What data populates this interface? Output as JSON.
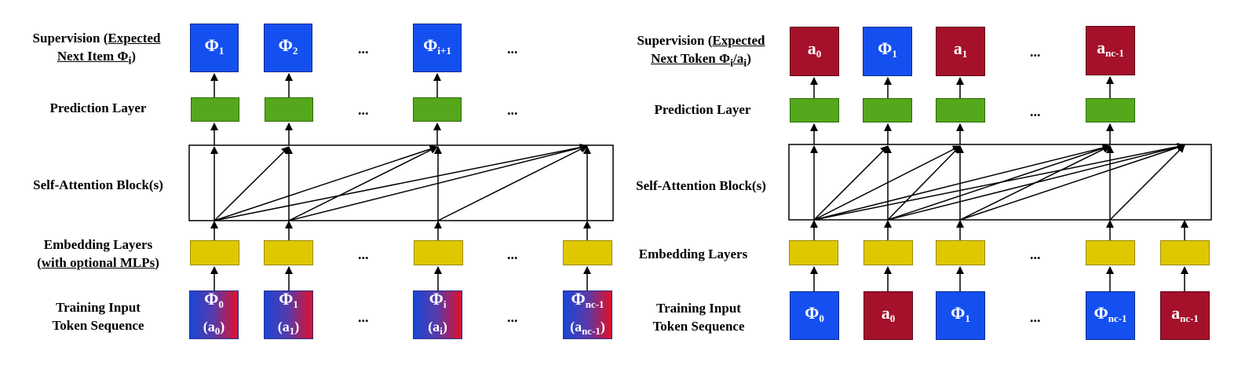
{
  "left": {
    "row_labels": {
      "supervision_prefix": "Supervision (",
      "supervision_underlined": "Expected",
      "supervision_line2": "Next Item Φ",
      "supervision_line2_sub": "i",
      "supervision_suffix": ")",
      "prediction": "Prediction Layer",
      "attention": "Self-Attention Block(s)",
      "embedding_line1": "Embedding Layers",
      "embedding_line2_prefix": "(",
      "embedding_line2_underlined": "with optional MLPs",
      "embedding_line2_suffix": ")",
      "input_line1": "Training Input",
      "input_line2": "Token Sequence"
    },
    "supervision": [
      {
        "main": "Φ",
        "sub": "1"
      },
      {
        "main": "Φ",
        "sub": "2"
      },
      {
        "main": "Φ",
        "sub": "i+1"
      }
    ],
    "inputs": [
      {
        "main": "Φ",
        "sub": "0",
        "alt": "(a",
        "alt_sub": "0",
        "alt_end": ")"
      },
      {
        "main": "Φ",
        "sub": "1",
        "alt": "(a",
        "alt_sub": "1",
        "alt_end": ")"
      },
      {
        "main": "Φ",
        "sub": "i",
        "alt": "(a",
        "alt_sub": "i",
        "alt_end": ")"
      },
      {
        "main": "Φ",
        "sub": "nc-1",
        "alt": "(a",
        "alt_sub": "nc-1",
        "alt_end": ")"
      }
    ],
    "ellipsis": "..."
  },
  "right": {
    "row_labels": {
      "supervision_prefix": "Supervision (",
      "supervision_underlined": "Expected",
      "supervision_line2": "Next Token Φ",
      "supervision_line2_sub": "i",
      "supervision_line2_mid": "/a",
      "supervision_line2_sub2": "i",
      "supervision_suffix": ")",
      "prediction": "Prediction Layer",
      "attention": "Self-Attention Block(s)",
      "embedding": "Embedding Layers",
      "input_line1": "Training Input",
      "input_line2": "Token Sequence"
    },
    "supervision": [
      {
        "main": "a",
        "sub": "0",
        "color": "red"
      },
      {
        "main": "Φ",
        "sub": "1",
        "color": "blue"
      },
      {
        "main": "a",
        "sub": "1",
        "color": "red"
      },
      {
        "main": "a",
        "sub": "nc-1",
        "color": "red"
      }
    ],
    "inputs": [
      {
        "main": "Φ",
        "sub": "0",
        "color": "blue"
      },
      {
        "main": "a",
        "sub": "0",
        "color": "red"
      },
      {
        "main": "Φ",
        "sub": "1",
        "color": "blue"
      },
      {
        "main": "Φ",
        "sub": "nc-1",
        "color": "blue"
      },
      {
        "main": "a",
        "sub": "nc-1",
        "color": "red"
      }
    ],
    "ellipsis": "..."
  },
  "colors": {
    "blue": "#1450f0",
    "red": "#a5102a",
    "green": "#55a81c",
    "yellow": "#e0c800"
  }
}
